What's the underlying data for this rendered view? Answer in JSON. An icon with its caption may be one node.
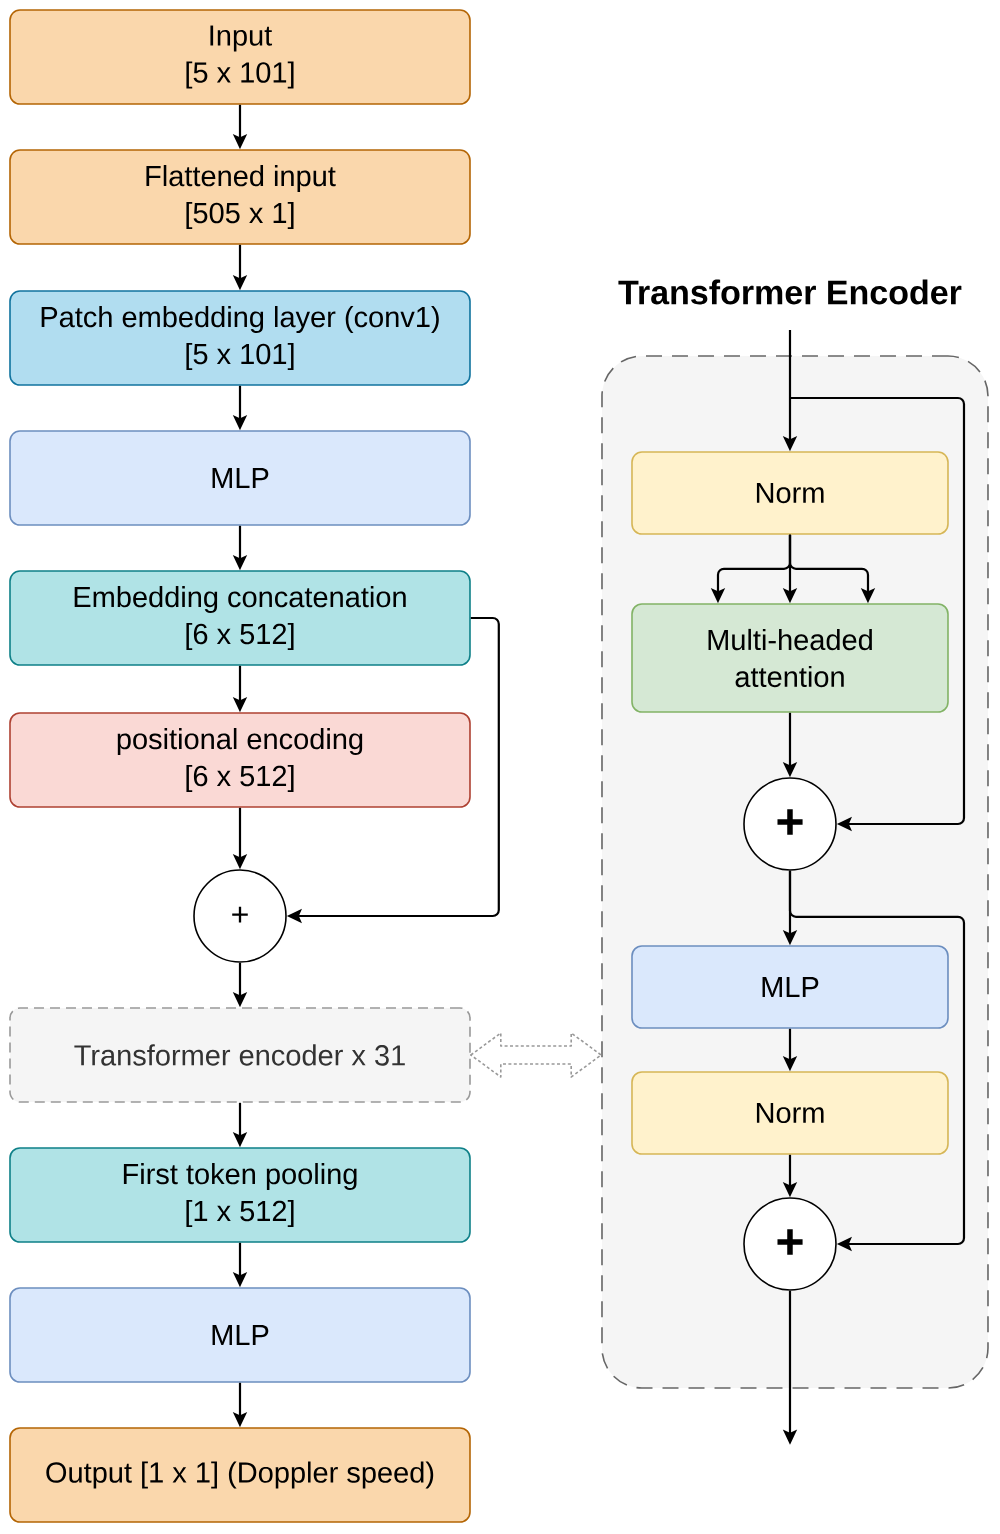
{
  "diagram": {
    "nodes": [
      {
        "text": [
          "Input",
          "[5 x 101]"
        ]
      },
      {
        "text": [
          "Flattened input",
          "[505 x 1]"
        ]
      },
      {
        "text": [
          "Patch embedding layer (conv1)",
          "[5 x 101]"
        ]
      },
      {
        "text": [
          "MLP"
        ]
      },
      {
        "text": [
          "Embedding concatenation",
          "[6 x 512]"
        ]
      },
      {
        "text": [
          "positional encoding",
          "[6 x 512]"
        ]
      },
      {
        "text": [
          "+"
        ]
      },
      {
        "text": [
          "Transformer encoder x 31"
        ]
      },
      {
        "text": [
          "First token pooling",
          "[1 x 512]"
        ]
      },
      {
        "text": [
          "MLP"
        ]
      },
      {
        "text": [
          "Output [1 x 1] (Doppler speed)"
        ]
      },
      {
        "text": [
          "Transformer Encoder"
        ]
      },
      {
        "text": [
          "Norm"
        ],
        "in": 11
      },
      {
        "text": [
          "Multi-headed attention"
        ],
        "in": 11
      },
      {
        "text": [
          "+"
        ],
        "in": 11
      },
      {
        "text": [
          "MLP"
        ],
        "in": 11
      },
      {
        "text": [
          "Norm"
        ],
        "in": 11
      },
      {
        "text": [
          "+"
        ],
        "in": 11
      }
    ],
    "edges": [
      {
        "from": 0,
        "to": 1,
        "arrow": "to"
      },
      {
        "from": 1,
        "to": 2,
        "arrow": "to"
      },
      {
        "from": 2,
        "to": 3,
        "arrow": "to"
      },
      {
        "from": 3,
        "to": 4,
        "arrow": "to"
      },
      {
        "from": 4,
        "to": 5,
        "arrow": "to"
      },
      {
        "from": 5,
        "to": 6,
        "arrow": "to"
      },
      {
        "from": 4,
        "to": 6,
        "arrow": "to"
      },
      {
        "from": 6,
        "to": 7,
        "arrow": "to"
      },
      {
        "from": 7,
        "to": 8,
        "arrow": "to"
      },
      {
        "from": 8,
        "to": 9,
        "arrow": "to"
      },
      {
        "from": 9,
        "to": 10,
        "arrow": "to"
      },
      {
        "from": 7,
        "to": 11,
        "arrow": "both",
        "style": "dashed",
        "color": "#999999"
      },
      {
        "from": null,
        "to": 12,
        "arrow": "to"
      },
      {
        "from": null,
        "to": 14,
        "arrow": "to"
      },
      {
        "from": 12,
        "to": 13,
        "arrow": "to"
      },
      {
        "from": 12,
        "to": 13,
        "arrow": "to"
      },
      {
        "from": 12,
        "to": 13,
        "arrow": "to"
      },
      {
        "from": 13,
        "to": 14,
        "arrow": "to"
      },
      {
        "from": 14,
        "to": 15,
        "arrow": "to"
      },
      {
        "from": 14,
        "to": 17,
        "arrow": "to"
      },
      {
        "from": 15,
        "to": 16,
        "arrow": "to"
      },
      {
        "from": 16,
        "to": 17,
        "arrow": "to"
      },
      {
        "from": 17,
        "to": null,
        "arrow": "to"
      }
    ]
  }
}
